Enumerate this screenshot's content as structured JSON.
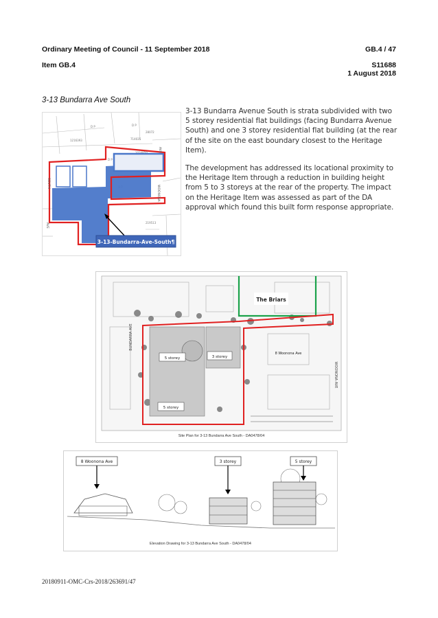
{
  "header": {
    "meeting": "Ordinary Meeting of Council - 11 September 2018",
    "page_ref": "GB.4 / 47",
    "item": "Item GB.4",
    "ref_no": "S11688",
    "date": "1 August 2018"
  },
  "section_title": "3-13 Bundarra Ave South",
  "paragraphs": [
    "3-13 Bundarra Avenue South is strata subdivided with two 5 storey residential flat buildings (facing Bundarra Avenue South) and one 3 storey residential flat building (at the rear of the site on the east boundary closest to the Heritage Item).",
    "The development has addressed its locational proximity to the Heritage Item through a reduction in building height from 5 to 3 storeys at the rear of the property. The impact on the Heritage Item was assessed as part of the DA approval which found this built form response appropriate."
  ],
  "map1": {
    "callout": "3-13-Bundarra-Ave-South¶",
    "street_labels": [
      "SOUTH",
      "AVE",
      "WOONONA",
      "AVE"
    ],
    "colors": {
      "site_fill": "#4a77c9",
      "boundary": "#e02020",
      "callout_bg": "#3f66b8"
    }
  },
  "site_plan": {
    "heritage_label": "The Briars",
    "neighbour_label": "8 Woonona Ave",
    "labels": [
      "5 storey",
      "3 storey",
      "5 storey"
    ],
    "street_left": "BUNDARRA AVE",
    "street_right": "WOONONA AVE",
    "caption": "Site Plan for 3-13 Bundarra Ave South - DA0478/04",
    "colors": {
      "boundary": "#e02020",
      "heritage": "#1aa24a"
    }
  },
  "elevation": {
    "labels": [
      "8 Woonona Ave",
      "3 storey",
      "5 storey"
    ],
    "caption": "Elevation Drawing for 3-13 Bundarra Ave South - DA0478/04"
  },
  "footer_code": "20180911-OMC-Crs-2018/263691/47"
}
